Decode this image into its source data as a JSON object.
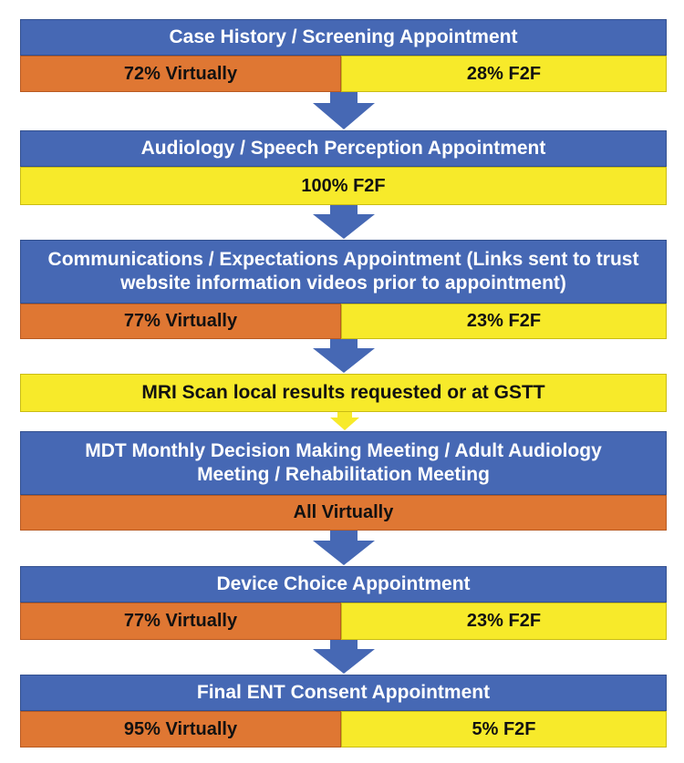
{
  "colors": {
    "step": "#4668b4",
    "virtual": "#df7733",
    "f2f": "#f7ea2a"
  },
  "steps": [
    {
      "title": "Case History / Screening Appointment",
      "virtual": "72% Virtually",
      "f2f": "28% F2F",
      "virtual_share": 0.5
    },
    {
      "title": "Audiology / Speech Perception Appointment",
      "single": "100% F2F"
    },
    {
      "title": "Communications / Expectations Appointment (Links sent to trust website information videos prior to appointment)",
      "virtual": "77% Virtually",
      "f2f": "23% F2F"
    },
    {
      "note": "MRI Scan local results requested or at GSTT"
    },
    {
      "title": "MDT Monthly Decision Making Meeting / Adult Audiology Meeting / Rehabilitation Meeting",
      "single": "All Virtually"
    },
    {
      "title": "Device Choice Appointment",
      "virtual": "77% Virtually",
      "f2f": "23% F2F"
    },
    {
      "title": "Final ENT Consent Appointment",
      "virtual": "95% Virtually",
      "f2f": "5% F2F"
    }
  ]
}
